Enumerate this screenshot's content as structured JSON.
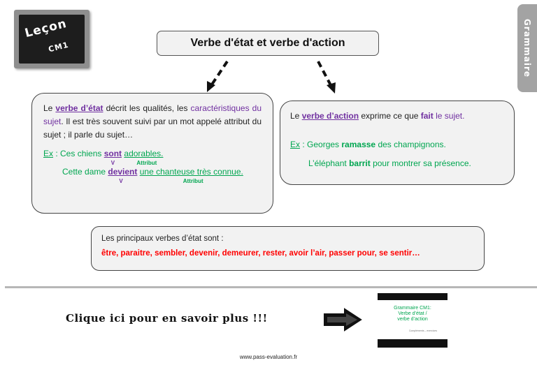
{
  "board": {
    "title": "Leçon",
    "subtitle": "CM1"
  },
  "side_tab": {
    "label": "Grammaire"
  },
  "title": "Verbe d'état et verbe d'action",
  "left_box": {
    "p1": "Le",
    "term": "verbe d’état",
    "p2": "décrit les qualités, les",
    "p3": "caractéristiques du sujet",
    "p4": ". Il est très souvent suivi par un mot appelé attribut du sujet ; il parle du sujet…",
    "ex_label": "Ex",
    "ex1_a": " : Ces chiens ",
    "ex1_verb": "sont",
    "ex1_attr": "adorables.",
    "ex2_a": "Cette dame ",
    "ex2_verb": "devient",
    "ex2_attr": "une chanteuse très connue.",
    "tag_v": "V",
    "tag_attr": "Attribut"
  },
  "right_box": {
    "p1": "Le ",
    "term": "verbe d’action",
    "p2": " exprime ce que ",
    "p3": "fait",
    "p4": " le sujet.",
    "ex_label": "Ex",
    "ex1_a": " : Georges ",
    "ex1_verb": "ramasse",
    "ex1_b": " des champignons.",
    "ex2_a": "L’éléphant ",
    "ex2_verb": "barrit",
    "ex2_b": " pour montrer sa présence."
  },
  "bottom_box": {
    "label": "Les principaux verbes d’état sont :",
    "list": "être, paraitre, sembler, devenir, demeurer, rester, avoir l’air, passer pour, se sentir…"
  },
  "cta": {
    "text": "Clique ici pour en savoir plus !!!"
  },
  "thumb": {
    "line1": "Grammaire CM1:",
    "line2": "Verbe d’état /",
    "line3": "verbe d’action",
    "foot": "Compléments – exercices"
  },
  "footer": "www.pass-evaluation.fr",
  "colors": {
    "purple": "#7030a0",
    "green": "#00a650",
    "red": "#ff0000",
    "box_bg": "#f2f2f2"
  }
}
